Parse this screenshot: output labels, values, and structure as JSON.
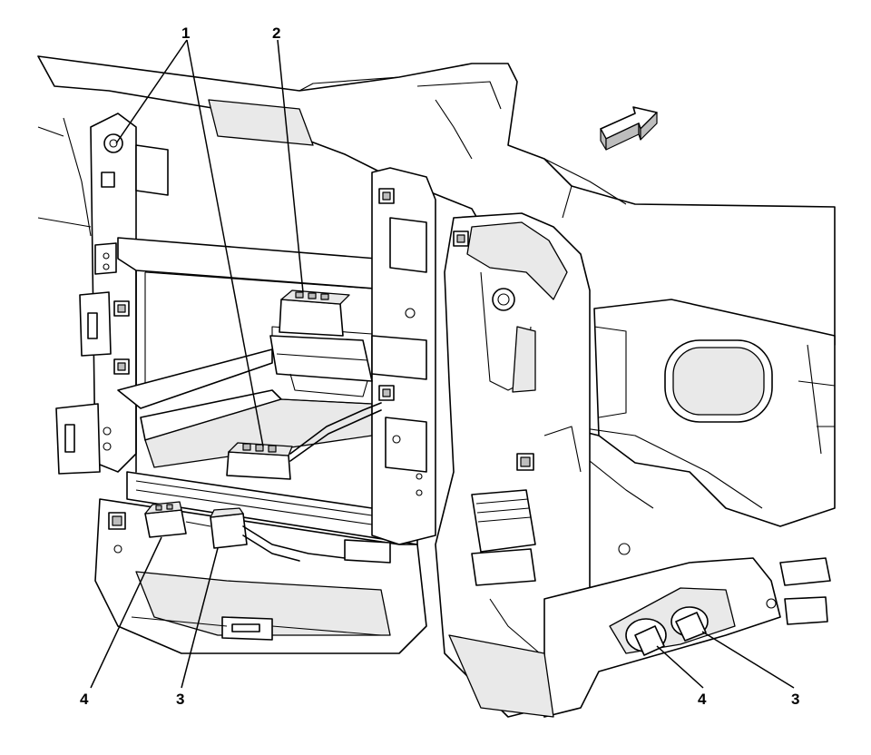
{
  "callouts": {
    "c1": "1",
    "c2": "2",
    "c3_left": "3",
    "c4_left": "4",
    "c4_right": "4",
    "c3_right": "3"
  }
}
